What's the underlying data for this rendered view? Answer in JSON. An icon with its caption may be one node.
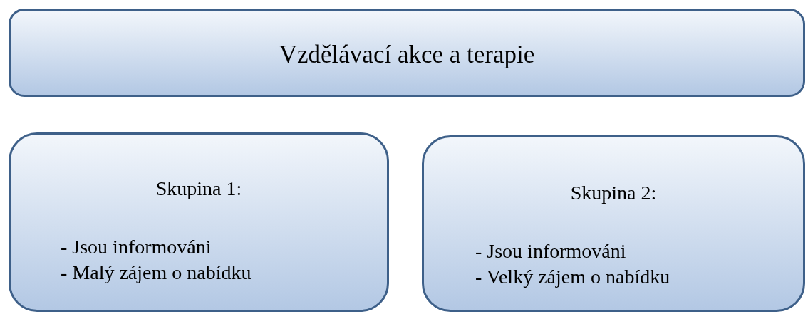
{
  "diagram": {
    "nodes": [
      {
        "text": [
          "Vzdělávací akce a terapie"
        ]
      },
      {
        "text": [
          "Skupina 1:",
          "- Jsou informováni",
          "- Malý zájem o nabídku"
        ]
      },
      {
        "text": [
          "Skupina 2:",
          "- Jsou informováni",
          "- Velký zájem o nabídku"
        ]
      }
    ]
  }
}
